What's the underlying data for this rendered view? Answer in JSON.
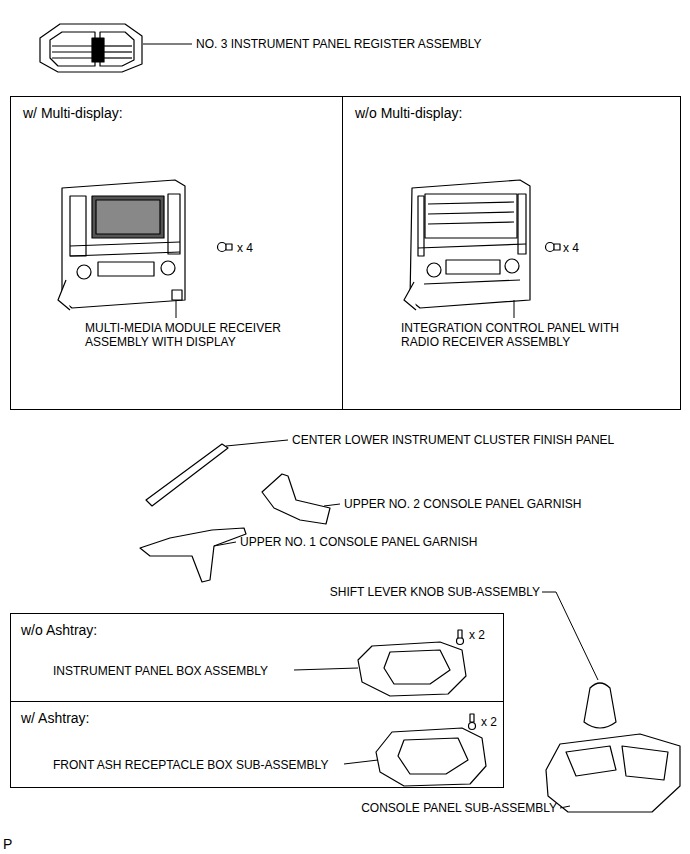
{
  "diagram": {
    "nodes": [
      {
        "text": [
          "w/ Multi-display:",
          "x 4",
          "MULTI-MEDIA MODULE RECEIVER ASSEMBLY WITH DISPLAY"
        ]
      },
      {
        "text": [
          "w/o Multi-display:",
          "x 4",
          "INTEGRATION CONTROL PANEL WITH RADIO RECEIVER ASSEMBLY"
        ]
      },
      {
        "text": [
          "w/o Ashtray:",
          "x 2",
          "INSTRUMENT PANEL BOX ASSEMBLY"
        ]
      },
      {
        "text": [
          "w/ Ashtray:",
          "x 2",
          "FRONT ASH RECEPTACLE BOX SUB-ASSEMBLY"
        ]
      }
    ],
    "labels": [
      "NO. 3 INSTRUMENT PANEL REGISTER ASSEMBLY",
      "CENTER LOWER INSTRUMENT CLUSTER FINISH PANEL",
      "UPPER NO. 2 CONSOLE PANEL GARNISH",
      "UPPER NO. 1 CONSOLE PANEL GARNISH",
      "SHIFT LEVER KNOB SUB-ASSEMBLY",
      "CONSOLE PANEL SUB-ASSEMBLY",
      "P"
    ]
  }
}
